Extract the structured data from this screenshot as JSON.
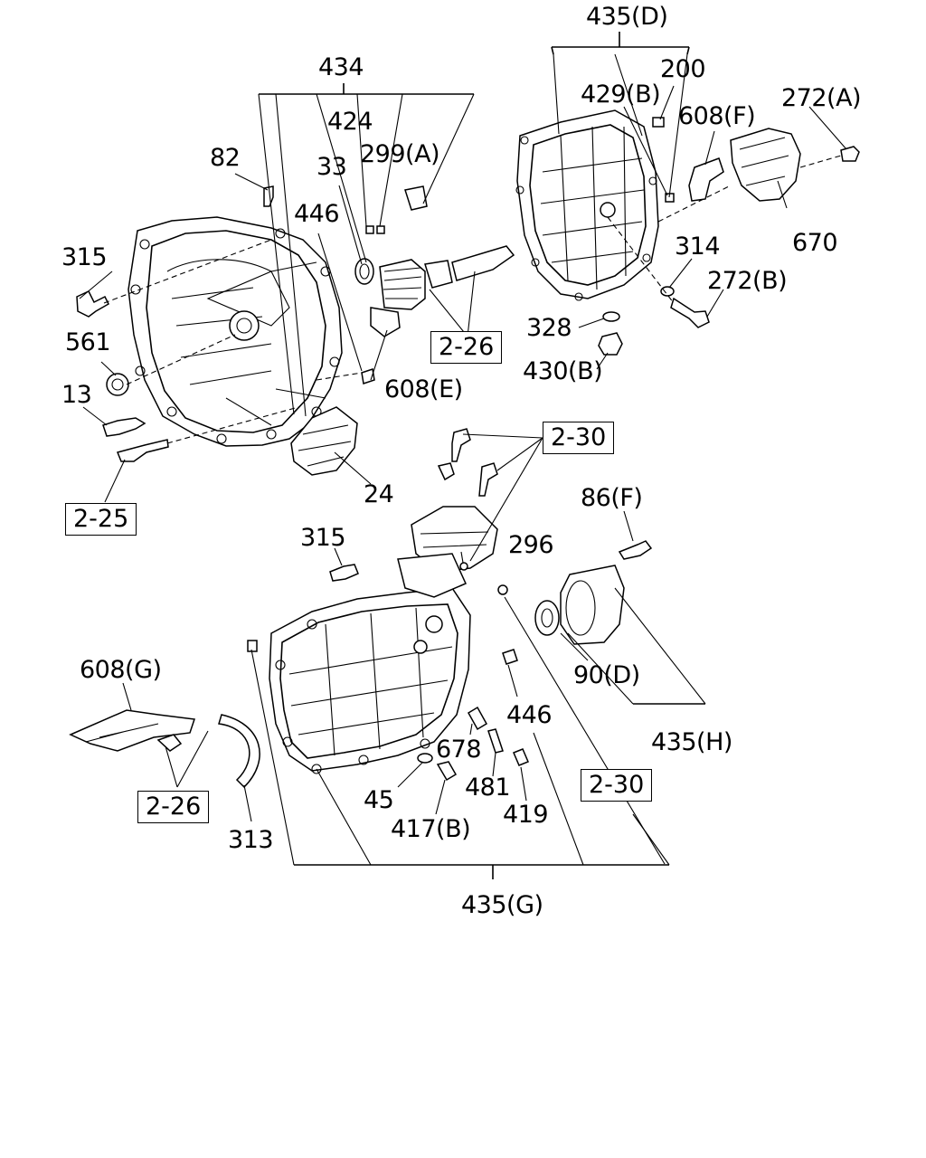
{
  "callouts": {
    "c435d": "435(D)",
    "c200": "200",
    "c429b": "429(B)",
    "c608f": "608(F)",
    "c272a": "272(A)",
    "c434": "434",
    "c424": "424",
    "c33": "33",
    "c299a": "299(A)",
    "c82": "82",
    "c446a": "446",
    "c315a": "315",
    "c561": "561",
    "c13": "13",
    "c670": "670",
    "c314": "314",
    "c272b": "272(B)",
    "c328": "328",
    "c430b": "430(B)",
    "c608e": "608(E)",
    "c24": "24",
    "c86f": "86(F)",
    "c315b": "315",
    "c296": "296",
    "c608g": "608(G)",
    "c90d": "90(D)",
    "c446b": "446",
    "c678": "678",
    "c435h": "435(H)",
    "c481": "481",
    "c45": "45",
    "c417b": "417(B)",
    "c419": "419",
    "c313": "313",
    "c435g": "435(G)"
  },
  "refs": {
    "r226a": "2-26",
    "r230a": "2-30",
    "r225": "2-25",
    "r226b": "2-26",
    "r230b": "2-30"
  }
}
